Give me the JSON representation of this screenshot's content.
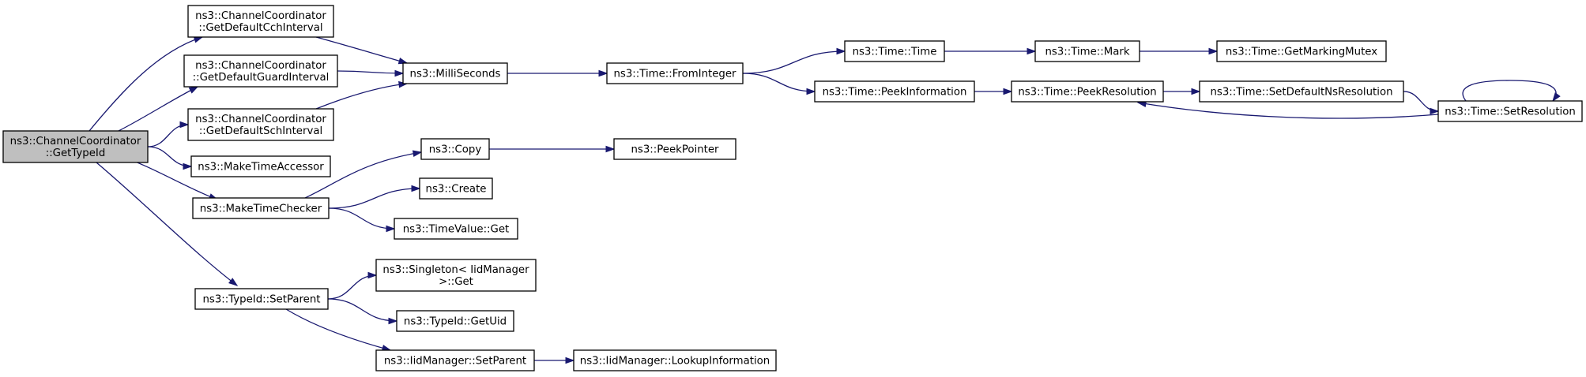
{
  "nodes": [
    {
      "id": "getTypeId",
      "lines": [
        "ns3::ChannelCoordinator",
        "::GetTypeId"
      ],
      "root": true
    },
    {
      "id": "getDefCch",
      "lines": [
        "ns3::ChannelCoordinator",
        "::GetDefaultCchInterval"
      ]
    },
    {
      "id": "getDefGuard",
      "lines": [
        "ns3::ChannelCoordinator",
        "::GetDefaultGuardInterval"
      ]
    },
    {
      "id": "getDefSch",
      "lines": [
        "ns3::ChannelCoordinator",
        "::GetDefaultSchInterval"
      ]
    },
    {
      "id": "makeTimeAccessor",
      "lines": [
        "ns3::MakeTimeAccessor"
      ]
    },
    {
      "id": "makeTimeChecker",
      "lines": [
        "ns3::MakeTimeChecker"
      ]
    },
    {
      "id": "typeIdSetParent",
      "lines": [
        "ns3::TypeId::SetParent"
      ]
    },
    {
      "id": "milliSeconds",
      "lines": [
        "ns3::MilliSeconds"
      ]
    },
    {
      "id": "copy",
      "lines": [
        "ns3::Copy"
      ]
    },
    {
      "id": "create",
      "lines": [
        "ns3::Create"
      ]
    },
    {
      "id": "timeValueGet",
      "lines": [
        "ns3::TimeValue::Get"
      ]
    },
    {
      "id": "singletonGet",
      "lines": [
        "ns3::Singleton< IidManager",
        ">::Get"
      ]
    },
    {
      "id": "typeIdGetUid",
      "lines": [
        "ns3::TypeId::GetUid"
      ]
    },
    {
      "id": "iidSetParent",
      "lines": [
        "ns3::IidManager::SetParent"
      ]
    },
    {
      "id": "fromInteger",
      "lines": [
        "ns3::Time::FromInteger"
      ]
    },
    {
      "id": "peekPointer",
      "lines": [
        "ns3::PeekPointer"
      ]
    },
    {
      "id": "lookupInfo",
      "lines": [
        "ns3::IidManager::LookupInformation"
      ]
    },
    {
      "id": "timeTime",
      "lines": [
        "ns3::Time::Time"
      ]
    },
    {
      "id": "peekInfo",
      "lines": [
        "ns3::Time::PeekInformation"
      ]
    },
    {
      "id": "timeMark",
      "lines": [
        "ns3::Time::Mark"
      ]
    },
    {
      "id": "peekRes",
      "lines": [
        "ns3::Time::PeekResolution"
      ]
    },
    {
      "id": "getMarkingMutex",
      "lines": [
        "ns3::Time::GetMarkingMutex"
      ]
    },
    {
      "id": "setDefNsRes",
      "lines": [
        "ns3::Time::SetDefaultNsResolution"
      ]
    },
    {
      "id": "setRes",
      "lines": [
        "ns3::Time::SetResolution"
      ]
    }
  ],
  "edges": [
    [
      "getTypeId",
      "getDefCch"
    ],
    [
      "getTypeId",
      "getDefGuard"
    ],
    [
      "getTypeId",
      "getDefSch"
    ],
    [
      "getTypeId",
      "makeTimeAccessor"
    ],
    [
      "getTypeId",
      "makeTimeChecker"
    ],
    [
      "getTypeId",
      "typeIdSetParent"
    ],
    [
      "getDefCch",
      "milliSeconds"
    ],
    [
      "getDefGuard",
      "milliSeconds"
    ],
    [
      "getDefSch",
      "milliSeconds"
    ],
    [
      "milliSeconds",
      "fromInteger"
    ],
    [
      "fromInteger",
      "timeTime"
    ],
    [
      "fromInteger",
      "peekInfo"
    ],
    [
      "timeTime",
      "timeMark"
    ],
    [
      "timeMark",
      "getMarkingMutex"
    ],
    [
      "peekInfo",
      "peekRes"
    ],
    [
      "peekRes",
      "setDefNsRes"
    ],
    [
      "setDefNsRes",
      "setRes"
    ],
    [
      "setRes",
      "peekRes"
    ],
    [
      "setRes",
      "setRes"
    ],
    [
      "makeTimeChecker",
      "copy"
    ],
    [
      "makeTimeChecker",
      "create"
    ],
    [
      "makeTimeChecker",
      "timeValueGet"
    ],
    [
      "copy",
      "peekPointer"
    ],
    [
      "typeIdSetParent",
      "singletonGet"
    ],
    [
      "typeIdSetParent",
      "typeIdGetUid"
    ],
    [
      "typeIdSetParent",
      "iidSetParent"
    ],
    [
      "iidSetParent",
      "lookupInfo"
    ]
  ]
}
